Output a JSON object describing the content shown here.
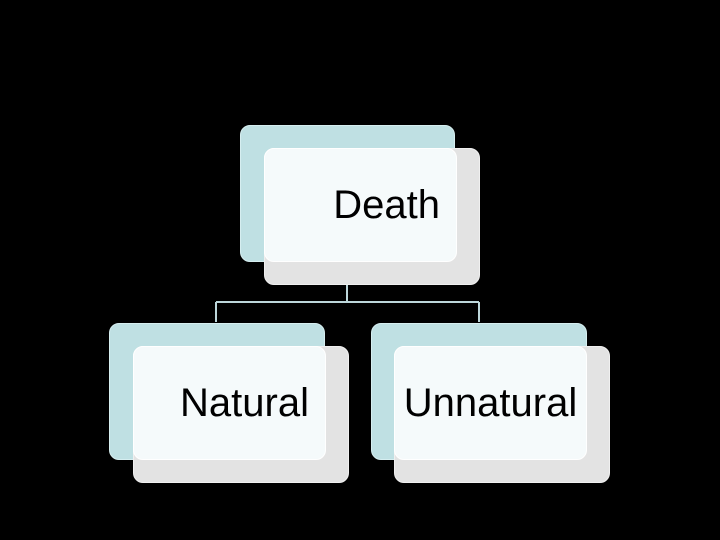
{
  "diagram": {
    "root": {
      "label": "Death"
    },
    "children": [
      {
        "label": "Natural"
      },
      {
        "label": "Unnatural"
      }
    ]
  },
  "colors": {
    "background": "#000000",
    "back_layer": "#bfe0e3",
    "shadow_layer": "#e3e3e3",
    "front_layer": "#f5fafb",
    "connector": "#bcd6da",
    "text": "#000000"
  }
}
